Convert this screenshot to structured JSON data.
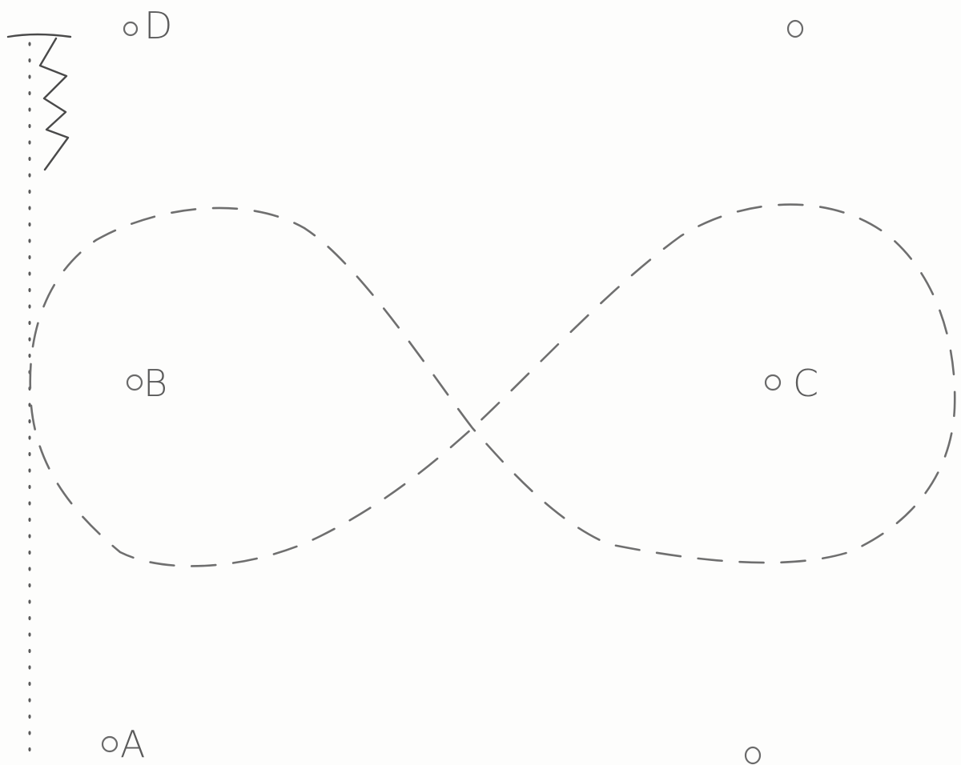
{
  "labels": {
    "a": "A",
    "b": "B",
    "c": "C",
    "d": "D"
  },
  "colors": {
    "paper": "#fdfdfc",
    "pencil": "#6f6f6f"
  }
}
